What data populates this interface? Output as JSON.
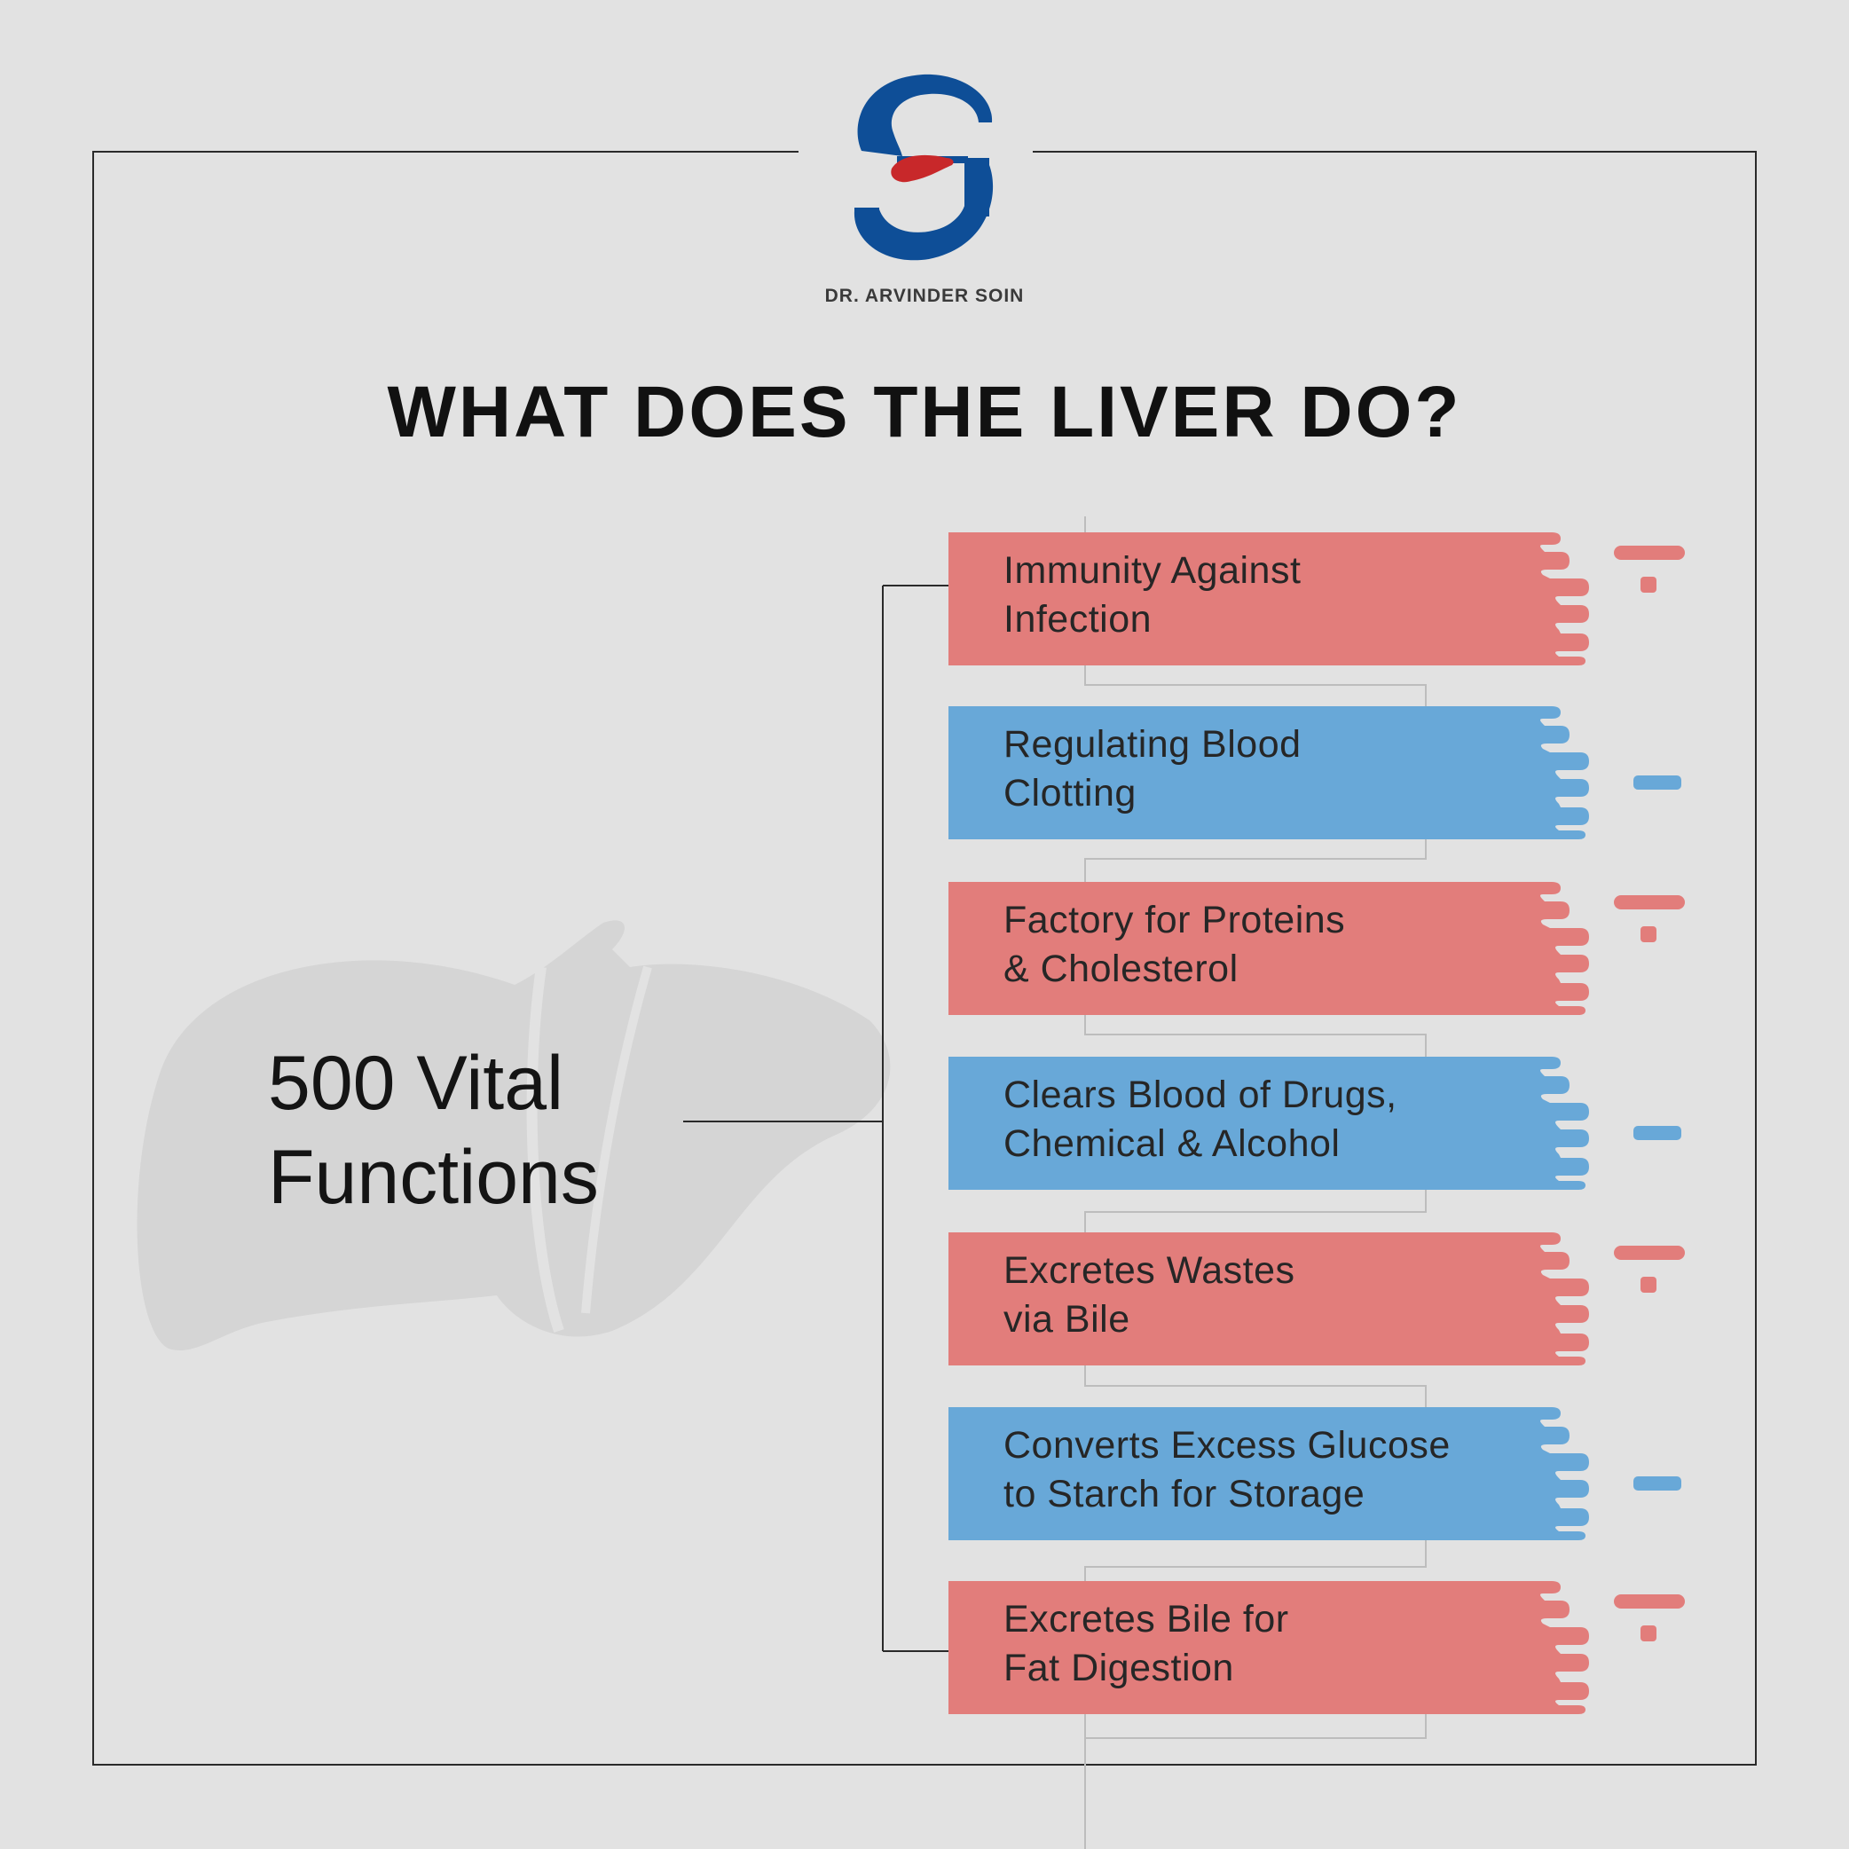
{
  "brand": {
    "name": "DR. ARVINDER SOIN",
    "colors": {
      "logo_blue": "#0e4e97",
      "logo_red": "#c8282a"
    },
    "icons": [
      "brand-logo-icon",
      "liver-icon"
    ]
  },
  "title": "WHAT DOES THE LIVER DO?",
  "center": {
    "line1": "500 Vital",
    "line2": "Functions"
  },
  "colors": {
    "background": "#e2e2e2",
    "red_item": "#e27d7b",
    "blue_item": "#68a8d8",
    "text": "#262626"
  },
  "functions": [
    {
      "line1": "Immunity Against",
      "line2": "Infection",
      "color": "red"
    },
    {
      "line1": "Regulating Blood",
      "line2": "Clotting",
      "color": "blue"
    },
    {
      "line1": "Factory for Proteins",
      "line2": "& Cholesterol",
      "color": "red"
    },
    {
      "line1": "Clears Blood of Drugs,",
      "line2": "Chemical & Alcohol",
      "color": "blue"
    },
    {
      "line1": "Excretes Wastes",
      "line2": "via Bile",
      "color": "red"
    },
    {
      "line1": "Converts Excess Glucose",
      "line2": "to Starch for Storage",
      "color": "blue"
    },
    {
      "line1": "Excretes Bile for",
      "line2": "Fat Digestion",
      "color": "red"
    }
  ]
}
